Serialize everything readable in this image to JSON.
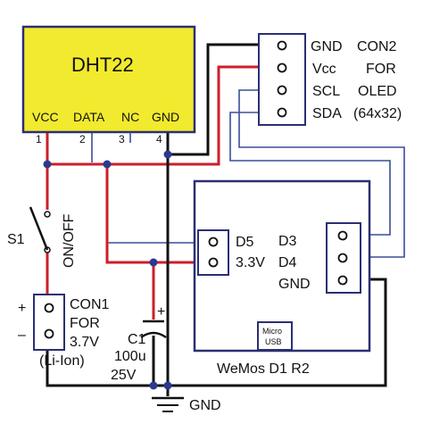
{
  "colors": {
    "sensor_fill": "#f2ea2e",
    "wire_black": "#111111",
    "wire_red": "#cc1f2a",
    "wire_blue": "#3a4e99",
    "component_outline": "#2b2f73",
    "junction": "#2b3a8f"
  },
  "dht22": {
    "title": "DHT22",
    "pins": [
      "VCC",
      "DATA",
      "NC",
      "GND"
    ],
    "pin_numbers": [
      "1",
      "2",
      "3",
      "4"
    ]
  },
  "con2": {
    "pins": [
      "GND",
      "Vcc",
      "SCL",
      "SDA"
    ],
    "label": [
      "CON2",
      "FOR",
      "OLED",
      "(64x32)"
    ]
  },
  "switch": {
    "name": "S1",
    "label": "ON/OFF"
  },
  "con1": {
    "plus": "+",
    "minus": "–",
    "label": [
      "CON1",
      "FOR",
      "3.7V",
      "(Li-Ion)"
    ]
  },
  "capacitor": {
    "name": "C1",
    "value": [
      "100u",
      "25V"
    ],
    "plus": "+"
  },
  "wemos": {
    "name": "WeMos D1 R2",
    "left_pins": [
      "D5",
      "3.3V"
    ],
    "right_pins": [
      "D3",
      "D4",
      "GND"
    ],
    "usb": [
      "Micro",
      "USB"
    ]
  },
  "ground_label": "GND"
}
